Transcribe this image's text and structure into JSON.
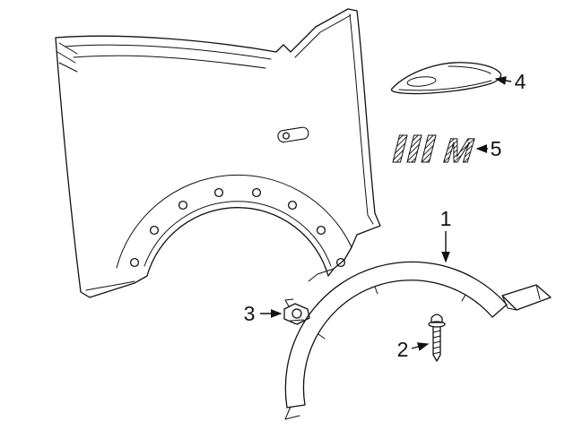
{
  "colors": {
    "line": "#111111",
    "background": "#ffffff"
  },
  "badge": {
    "text": "M"
  },
  "callouts": [
    {
      "label": "1"
    },
    {
      "label": "2"
    },
    {
      "label": "3"
    },
    {
      "label": "4"
    },
    {
      "label": "5"
    }
  ]
}
